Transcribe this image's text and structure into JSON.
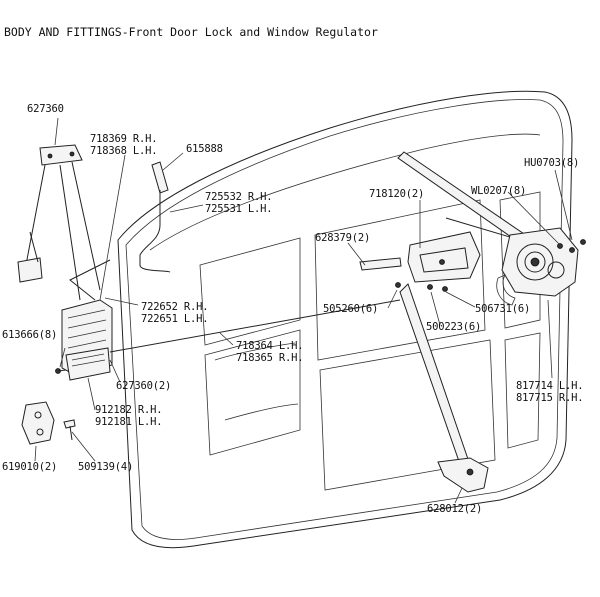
{
  "title": "BODY AND FITTINGS-Front Door Lock and Window Regulator",
  "labels": {
    "l627360": "627360",
    "l718369": "718369 R.H.",
    "l718368": "718368 L.H.",
    "l615888": "615888",
    "l725532": "725532 R.H.",
    "l725531": "725531 L.H.",
    "l718120": "718120(2)",
    "lHU0703": "HU0703(8)",
    "lWL0207": "WL0207(8)",
    "l628379": "628379(2)",
    "l722652": "722652 R.H.",
    "l722651": "722651 L.H.",
    "l505260": "505260(6)",
    "l506731": "506731(6)",
    "l500223": "500223(6)",
    "l613666": "613666(8)",
    "l718364": "718364 L.H.",
    "l718365": "718365 R.H.",
    "l627360b": "627360(2)",
    "l817714": "817714 L.H.",
    "l817715": "817715 R.H.",
    "l912182": "912182 R.H.",
    "l912181": "912181 L.H.",
    "l619010": "619010(2)",
    "l509139": "509139(4)",
    "l628012": "628012(2)"
  }
}
